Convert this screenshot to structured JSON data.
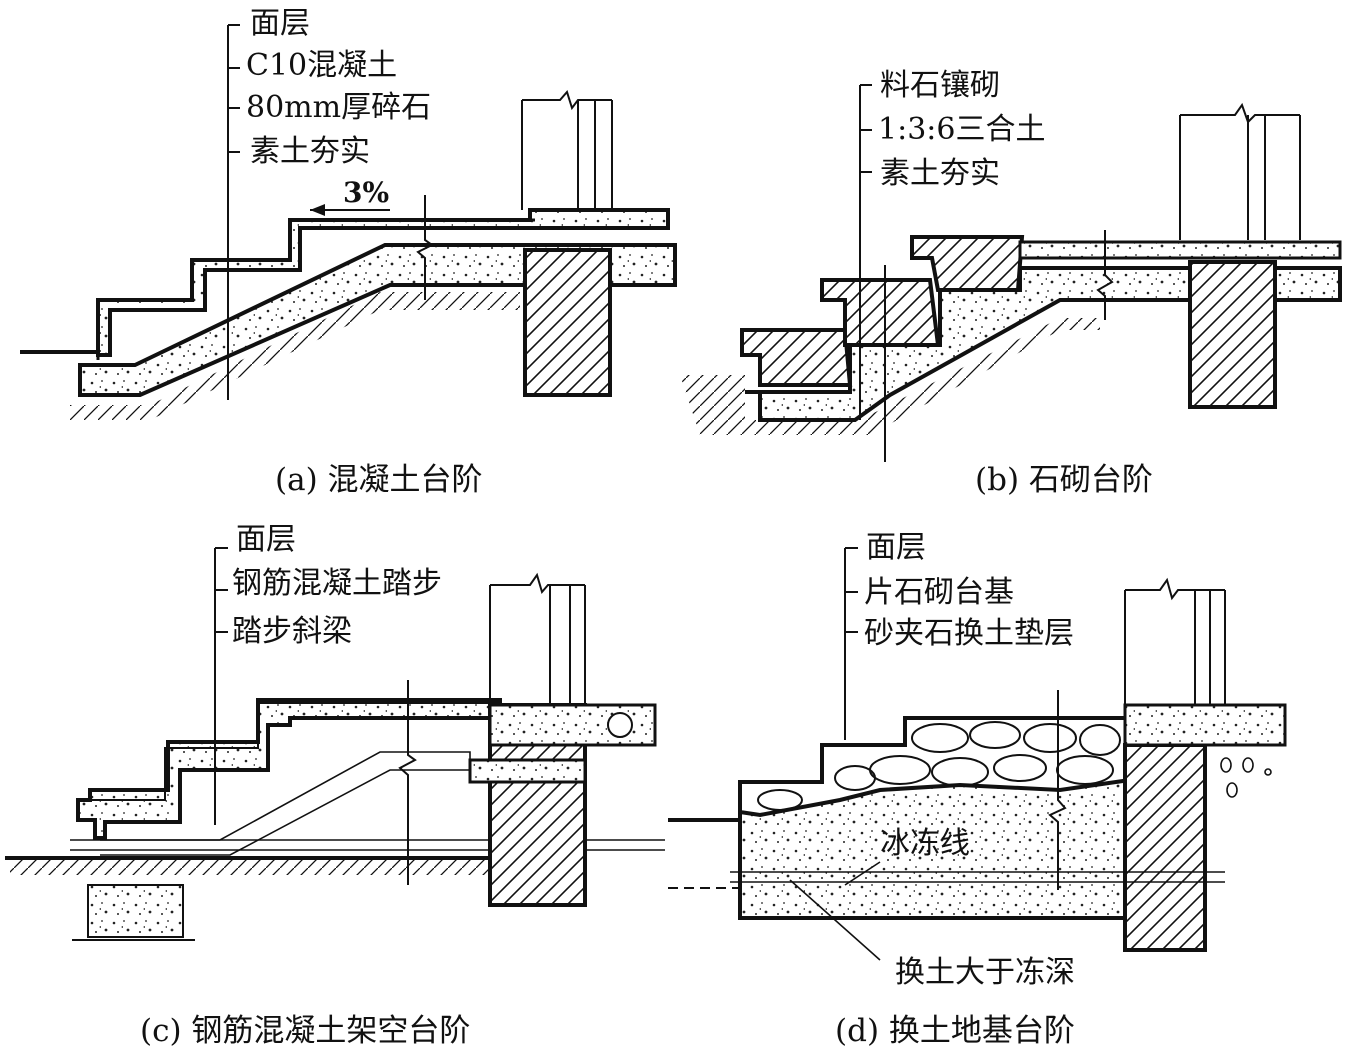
{
  "panels": [
    {
      "caption": "(a) 混凝土台阶",
      "layers": [
        "面层",
        "C10混凝土",
        "80mm厚碎石",
        "素土夯实"
      ],
      "slope": "3%"
    },
    {
      "caption": "(b) 石砌台阶",
      "layers": [
        "料石镶砌",
        "1:3:6三合土",
        "素土夯实"
      ]
    },
    {
      "caption": "(c) 钢筋混凝土架空台阶",
      "layers": [
        "面层",
        "钢筋混凝土踏步",
        "踏步斜梁"
      ]
    },
    {
      "caption": "(d) 换土地基台阶",
      "layers": [
        "面层",
        "片石砌台基",
        "砂夹石换土垫层"
      ],
      "frost_line": "冰冻线",
      "note": "换土大于冻深"
    }
  ]
}
